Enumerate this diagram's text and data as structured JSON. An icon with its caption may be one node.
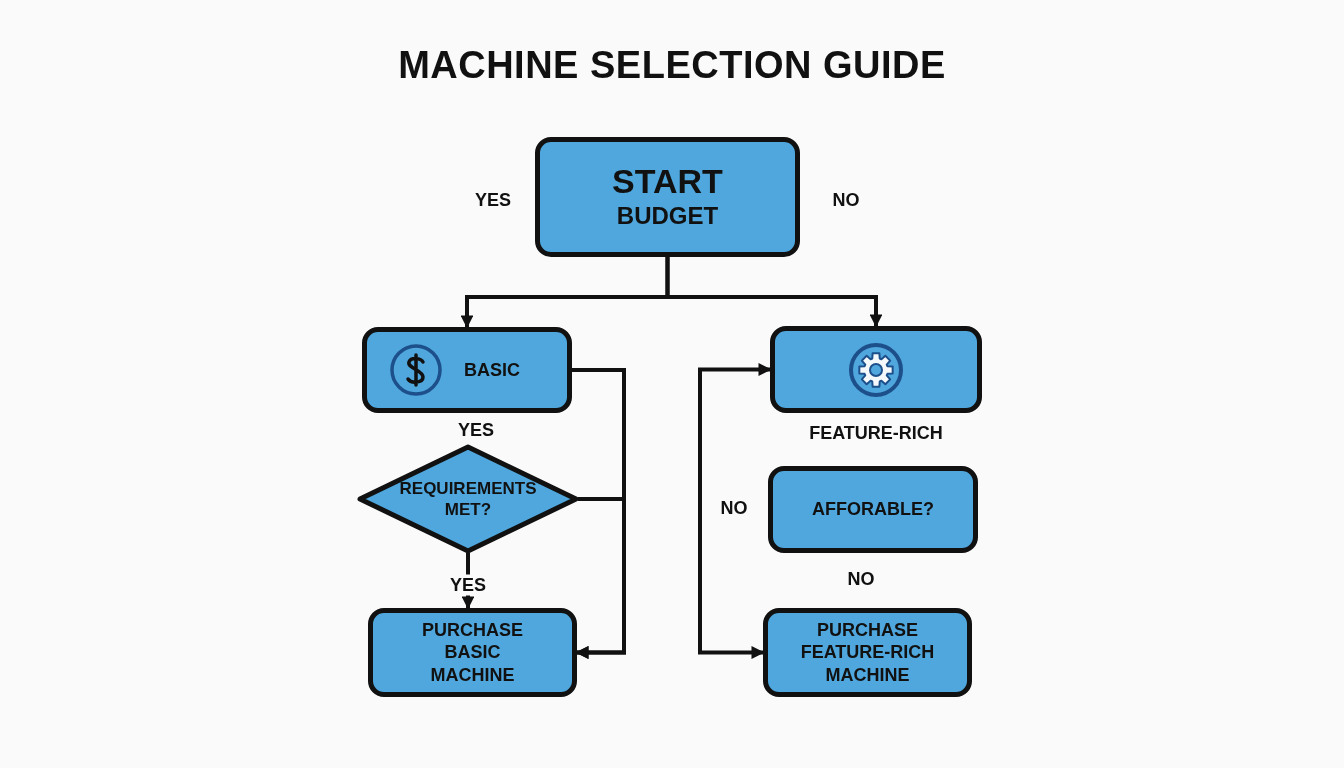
{
  "diagram": {
    "title": "MACHINE SELECTION GUIDE",
    "nodes": [
      {
        "text": [
          "START",
          "BUDGET"
        ]
      },
      {
        "text": [
          "BASIC"
        ]
      },
      {
        "text": [
          "REQUIREMENTS MET?"
        ]
      },
      {
        "text": [
          "PURCHASE BASIC MACHINE"
        ]
      },
      {
        "text": [
          "FEATURE-RICH"
        ]
      },
      {
        "text": [
          "AFFORABLE?"
        ]
      },
      {
        "text": [
          "PURCHASE FEATURE-RICH MACHINE"
        ]
      }
    ],
    "edges": [
      {
        "from": 0,
        "to": 1,
        "arrow": "to"
      },
      {
        "from": 0,
        "to": 4,
        "arrow": "to"
      },
      {
        "from": 1,
        "to": 3,
        "arrow": "to"
      },
      {
        "from": 2,
        "to": 3,
        "arrow": "to"
      },
      {
        "from": 2,
        "to": 3,
        "label": "YES",
        "arrow": "to"
      },
      {
        "from": 4,
        "to": 6,
        "arrow": "both"
      }
    ],
    "labels": [
      "YES",
      "NO",
      "YES",
      "NO",
      "NO"
    ]
  }
}
